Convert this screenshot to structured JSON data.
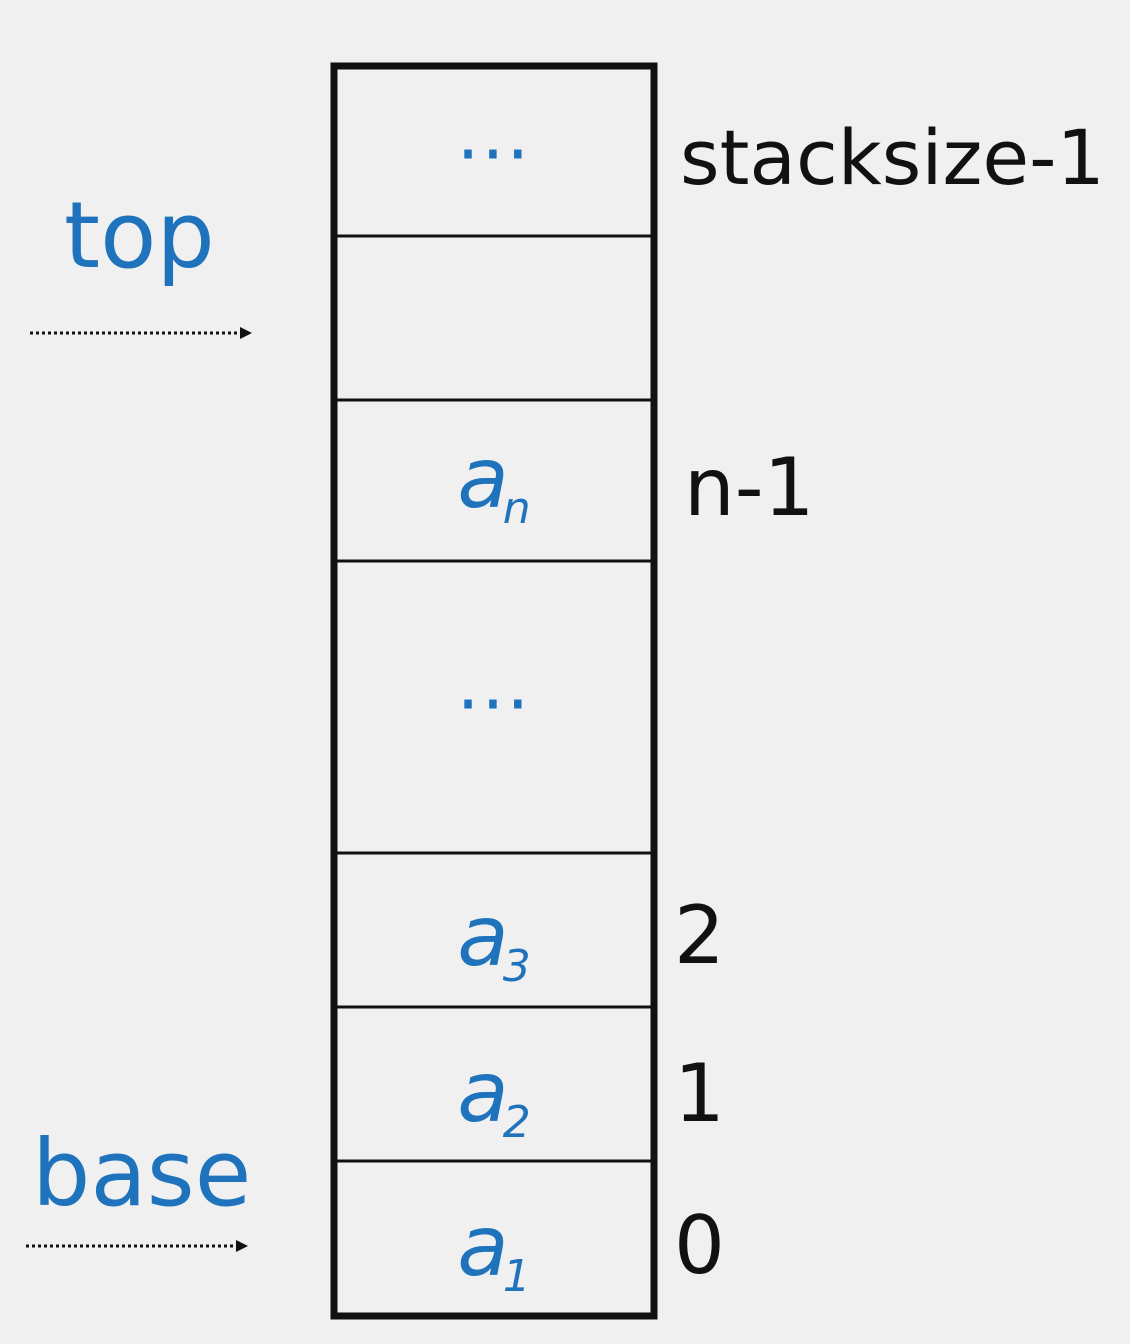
{
  "colors": {
    "background": "#f0f0f0",
    "accent_blue": "#1f73bd",
    "text_black": "#111111",
    "border": "#111111"
  },
  "pointers": {
    "top": "top",
    "base": "base"
  },
  "cells": [
    {
      "text": "···",
      "sub": ""
    },
    {
      "text": "",
      "sub": ""
    },
    {
      "text": "a",
      "sub": "n"
    },
    {
      "text": "···",
      "sub": ""
    },
    {
      "text": "a",
      "sub": "3"
    },
    {
      "text": "a",
      "sub": "2"
    },
    {
      "text": "a",
      "sub": "1"
    }
  ],
  "indices": {
    "stacksize": "stacksize-1",
    "n_minus_1": "n-1",
    "two": "2",
    "one": "1",
    "zero": "0"
  }
}
